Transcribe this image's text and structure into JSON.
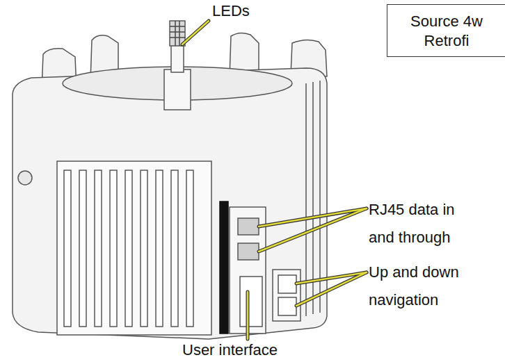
{
  "diagram": {
    "nodes": [
      {
        "text": [
          "Source 4w Retrofi"
        ]
      }
    ],
    "labels": [
      "LEDs",
      "RJ45 data in and through",
      "Up and down navigation",
      "User interface"
    ]
  }
}
